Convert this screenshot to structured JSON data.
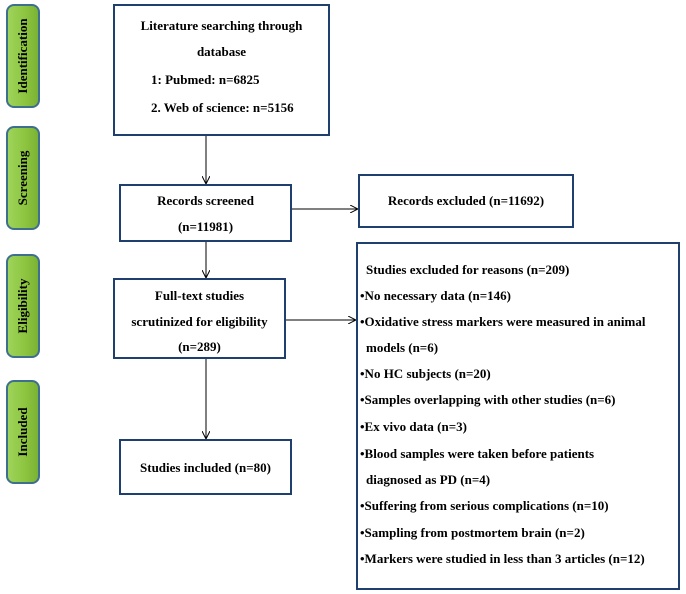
{
  "stages": {
    "identification": "Identification",
    "screening": "Screening",
    "eligibility": "Eligibility",
    "included": "Included"
  },
  "boxes": {
    "search": {
      "line1": "Literature searching through",
      "line2": "database",
      "line3": "1: Pubmed:  n=6825",
      "line4": "2. Web of science:   n=5156"
    },
    "screened": {
      "line1": "Records screened",
      "line2": "(n=11981)"
    },
    "excluded_records": {
      "line1": "Records excluded (n=11692)"
    },
    "fulltext": {
      "line1": "Full-text studies",
      "line2": "scrutinized for  eligibility",
      "line3": "(n=289)"
    },
    "included": {
      "line1": "Studies included (n=80)"
    },
    "excluded_reasons": {
      "title": "Studies excluded for reasons (n=209)",
      "items": [
        "•No necessary data (n=146)",
        "•Oxidative stress markers were measured in animal",
        "models (n=6)",
        "•No HC subjects (n=20)",
        "•Samples overlapping with other studies (n=6)",
        "•Ex vivo data  (n=3)",
        "•Blood samples were taken  before patients",
        "diagnosed as PD (n=4)",
        "•Suffering from serious complications  (n=10)",
        "•Sampling  from postmortem brain  (n=2)",
        "•Markers were studied in less than 3 articles (n=12)"
      ]
    }
  },
  "colors": {
    "pill_fill": "#8cc43f",
    "pill_border": "#3f6f8f",
    "box_border": "#1f3f6f"
  }
}
